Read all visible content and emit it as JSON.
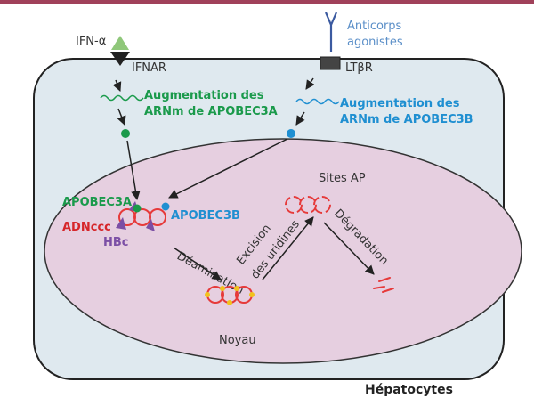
{
  "ifn_label": "IFN-α",
  "ifnar_label": "IFNAR",
  "anticorps_line1": "Anticorps",
  "anticorps_line2": "agonistes",
  "ltbr_label": "LTβR",
  "aug_a_line1": "Augmentation des",
  "aug_a_line2": "ARNm de APOBEC3A",
  "aug_b_line1": "Augmentation des",
  "aug_b_line2": "ARNm de APOBEC3B",
  "apobec3a": "APOBEC3A",
  "apobec3b": "APOBEC3B",
  "adnccc": "ADNccc",
  "hbc": "HBc",
  "deamination": "Déamination",
  "excision_line1": "Excision",
  "excision_line2": "des uridines",
  "sites_ap": "Sites AP",
  "degradation": "Dégradation",
  "noyau": "Noyau",
  "hepatocytes": "Hépatocytes",
  "colors": {
    "top_bar": "#a0415a",
    "cell_fill": "#dfe9ef",
    "nucleus_fill": "#e6cfe0",
    "green": "#1a9a4b",
    "blue": "#1f8fd1",
    "red": "#d6262a",
    "purple": "#7b4fa5",
    "dna_red": "#e63a3a",
    "uracil": "#f2c21c"
  }
}
